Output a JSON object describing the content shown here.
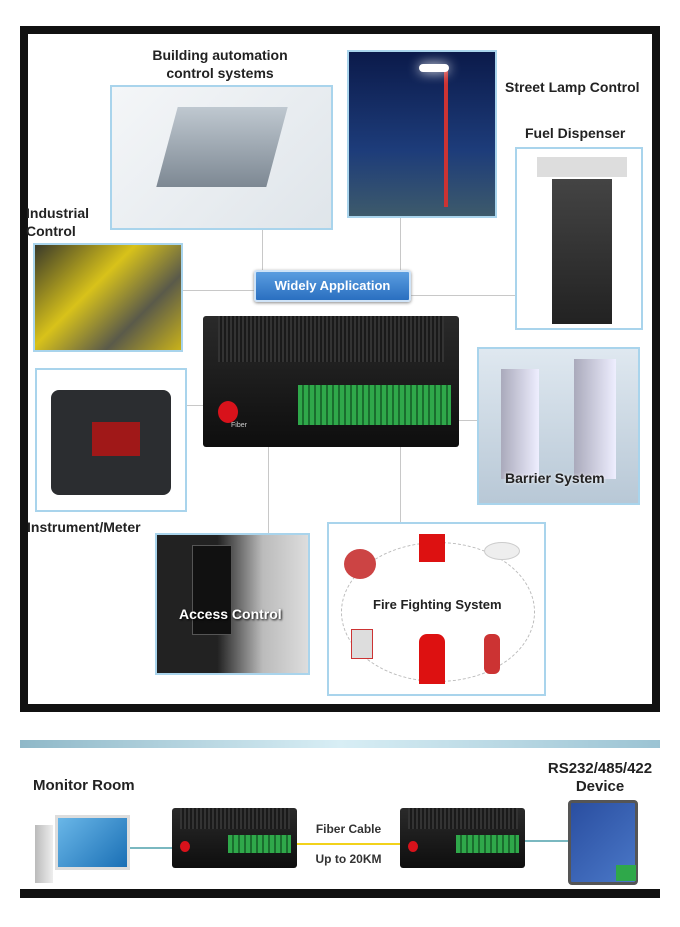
{
  "top_panel": {
    "center_button": "Widely Application",
    "applications": [
      {
        "label_line1": "Building automation",
        "label_line2": "control systems"
      },
      {
        "label": "Street Lamp Control"
      },
      {
        "label": "Fuel Dispenser"
      },
      {
        "label_line1": "Industrial",
        "label_line2": "Control"
      },
      {
        "label": "Instrument/Meter"
      },
      {
        "label": "Barrier System"
      },
      {
        "label": "Access Control"
      },
      {
        "label": "Fire Fighting System"
      }
    ],
    "device_port_label": "Fiber"
  },
  "bottom_panel": {
    "left_label": "Monitor Room",
    "right_label_line1": "RS232/485/422",
    "right_label_line2": "Device",
    "link_label_top": "Fiber Cable",
    "link_label_bottom": "Up to 20KM"
  },
  "colors": {
    "accent_blue": "#2a6fc0",
    "box_border": "#a9d4ec",
    "fiber_line": "#f2d21b",
    "terminal_green": "#2fa84a"
  }
}
